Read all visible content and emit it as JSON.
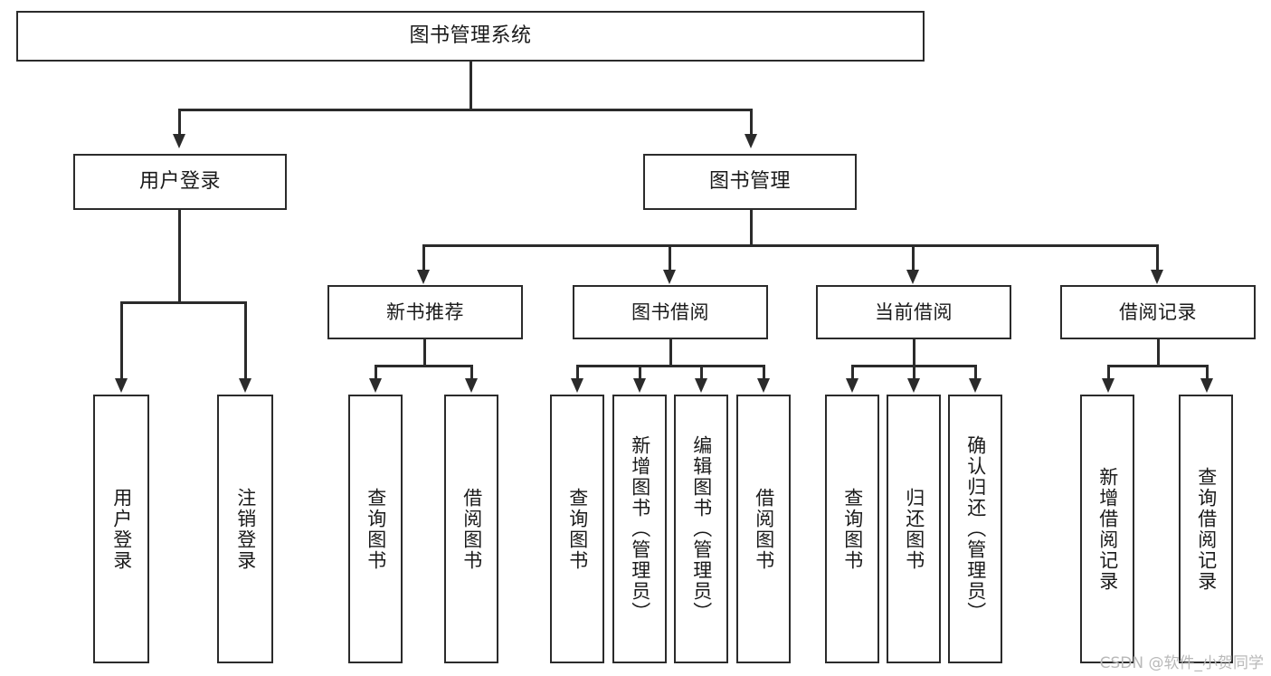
{
  "diagram": {
    "title": "图书管理系统",
    "type": "tree-hierarchy",
    "watermark": "CSDN @软件_小贺同学",
    "root": {
      "label": "图书管理系统"
    },
    "level2": [
      {
        "label": "用户登录"
      },
      {
        "label": "图书管理"
      }
    ],
    "level3": [
      {
        "label": "新书推荐"
      },
      {
        "label": "图书借阅"
      },
      {
        "label": "当前借阅"
      },
      {
        "label": "借阅记录"
      }
    ],
    "leaves": {
      "user_login": [
        {
          "label": "用户登录"
        },
        {
          "label": "注销登录"
        }
      ],
      "new_book_recommend": [
        {
          "label": "查询图书"
        },
        {
          "label": "借阅图书"
        }
      ],
      "book_borrow": [
        {
          "label": "查询图书"
        },
        {
          "label": "新增图书（管理员）"
        },
        {
          "label": "编辑图书（管理员）"
        },
        {
          "label": "借阅图书"
        }
      ],
      "current_borrow": [
        {
          "label": "查询图书"
        },
        {
          "label": "归还图书"
        },
        {
          "label": "确认归还（管理员）"
        }
      ],
      "borrow_record": [
        {
          "label": "新增借阅记录"
        },
        {
          "label": "查询借阅记录"
        }
      ]
    },
    "colors": {
      "stroke": "#2b2b2b",
      "fill": "#ffffff",
      "text": "#1a1a1a",
      "watermark": "#b9b9b9"
    }
  }
}
